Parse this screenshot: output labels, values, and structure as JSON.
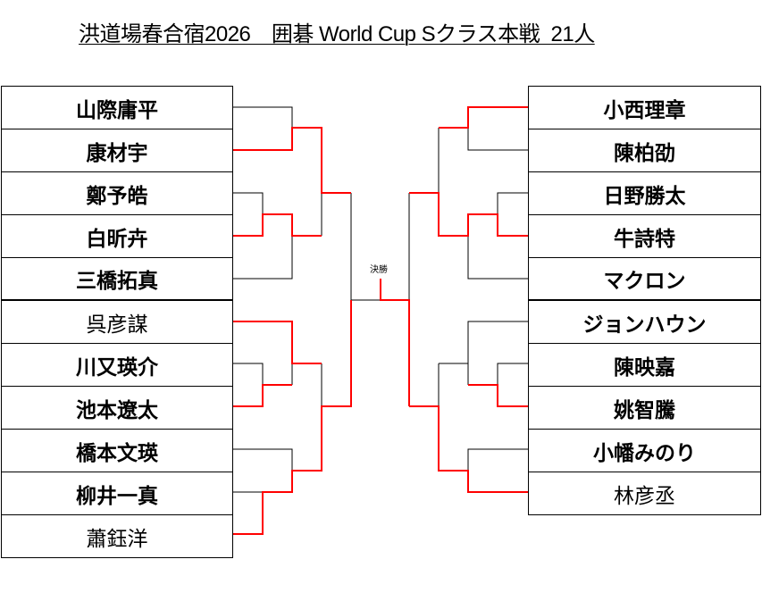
{
  "title": "洪道場春合宿2026　囲碁 World Cup Sクラス本戦  21人",
  "final_label": "決勝",
  "colors": {
    "winner_line": "#ff0000",
    "line": "#000000"
  },
  "left_players": [
    "山際庸平",
    "康材宇",
    "鄭予皓",
    "白昕卉",
    "三橋拓真",
    "呉彦謀",
    "川又瑛介",
    "池本遼太",
    "橋本文瑛",
    "柳井一真",
    "蕭鈺洋"
  ],
  "right_players": [
    "小西理章",
    "陳柏劭",
    "日野勝太",
    "牛詩特",
    "マクロン",
    "ジョンハウン",
    "陳映嘉",
    "姚智騰",
    "小幡みのり",
    "林彦丞"
  ]
}
